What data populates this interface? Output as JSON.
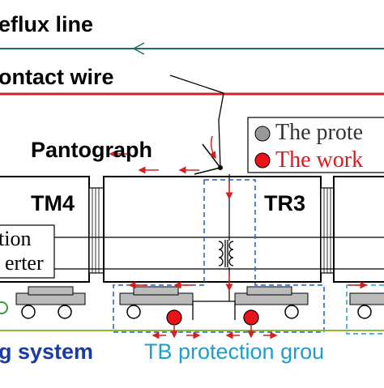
{
  "lines": {
    "reflux_label": "eflux line",
    "contact_label": "ontact wire",
    "reflux_color": "#1f6b6b",
    "contact_color": "#d42020"
  },
  "pantograph": {
    "label": "Pantograph"
  },
  "legend": {
    "protection_text": "The prote",
    "working_text": "The work",
    "protection_color": "#999999",
    "working_color": "#e8141a"
  },
  "cars": {
    "left_label": "TM4",
    "left_box_line1": "tion",
    "left_box_line2": "erter",
    "middle_label": "TR3"
  },
  "bottom": {
    "grounding_label": "g system",
    "tb_label": "TB protection grou",
    "grounding_color": "#1a3aa8",
    "tb_color": "#1aa0d0",
    "ground_line_color": "#8ab83a"
  },
  "colors": {
    "current_arrow": "#d42020",
    "dashed_region": "#1f5fbf",
    "dashed_region_right": "#1aa0d0",
    "car_body": "#000000",
    "bogie": "#bbbbbb"
  }
}
